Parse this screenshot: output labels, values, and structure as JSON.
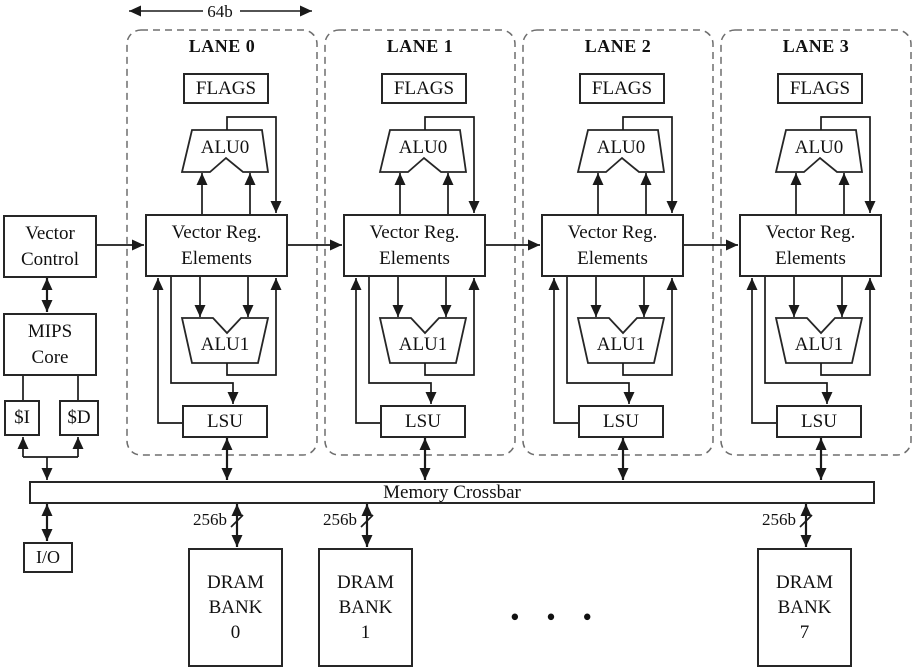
{
  "colors": {
    "background": "#ffffff",
    "line": "#1a1a1a",
    "lane_border": "#6e6e6e",
    "text": "#111111"
  },
  "annotations": {
    "lane_width": "64b",
    "bank_bus_width": "256b",
    "banks_ellipsis": "• • •"
  },
  "left_column": {
    "vector_control": "Vector\nControl",
    "mips_core": "MIPS\nCore",
    "instruction_cache": "$I",
    "data_cache": "$D",
    "io": "I/O"
  },
  "lanes": [
    {
      "title": "LANE 0",
      "flags": "FLAGS",
      "alu0": "ALU0",
      "alu1": "ALU1",
      "vector_reg": "Vector Reg.\nElements",
      "lsu": "LSU"
    },
    {
      "title": "LANE 1",
      "flags": "FLAGS",
      "alu0": "ALU0",
      "alu1": "ALU1",
      "vector_reg": "Vector Reg.\nElements",
      "lsu": "LSU"
    },
    {
      "title": "LANE 2",
      "flags": "FLAGS",
      "alu0": "ALU0",
      "alu1": "ALU1",
      "vector_reg": "Vector Reg.\nElements",
      "lsu": "LSU"
    },
    {
      "title": "LANE 3",
      "flags": "FLAGS",
      "alu0": "ALU0",
      "alu1": "ALU1",
      "vector_reg": "Vector Reg.\nElements",
      "lsu": "LSU"
    }
  ],
  "memory": {
    "crossbar": "Memory Crossbar",
    "banks": [
      {
        "label": "DRAM\nBANK\n0"
      },
      {
        "label": "DRAM\nBANK\n1"
      },
      {
        "label": "DRAM\nBANK\n7"
      }
    ]
  }
}
